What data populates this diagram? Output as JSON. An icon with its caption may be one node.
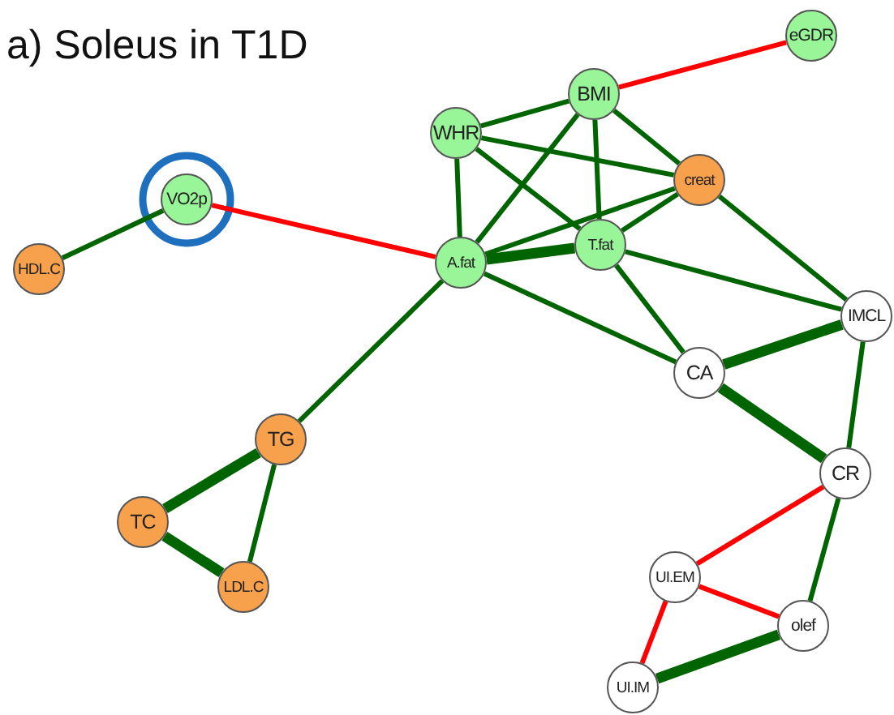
{
  "diagram": {
    "title": "a) Soleus in T1D",
    "nodes": [
      {
        "text": [
          "eGDR"
        ]
      },
      {
        "text": [
          "BMI"
        ]
      },
      {
        "text": [
          "WHR"
        ]
      },
      {
        "text": [
          "creat"
        ]
      },
      {
        "text": [
          "VO2p"
        ]
      },
      {
        "text": [
          "A.fat"
        ]
      },
      {
        "text": [
          "T.fat"
        ]
      },
      {
        "text": [
          "HDL.C"
        ]
      },
      {
        "text": [
          "IMCL"
        ]
      },
      {
        "text": [
          "CA"
        ]
      },
      {
        "text": [
          "TG"
        ]
      },
      {
        "text": [
          "CR"
        ]
      },
      {
        "text": [
          "TC"
        ]
      },
      {
        "text": [
          "LDL.C"
        ]
      },
      {
        "text": [
          "UI.EM"
        ]
      },
      {
        "text": [
          "olef"
        ]
      },
      {
        "text": [
          "UI.IM"
        ]
      }
    ],
    "edges": [
      {
        "from": 1,
        "to": 0,
        "arrow": "none",
        "color": "#ff0000"
      },
      {
        "from": 1,
        "to": 2,
        "arrow": "none"
      },
      {
        "from": 1,
        "to": 3,
        "arrow": "none"
      },
      {
        "from": 1,
        "to": 5,
        "arrow": "none"
      },
      {
        "from": 1,
        "to": 6,
        "arrow": "none"
      },
      {
        "from": 2,
        "to": 3,
        "arrow": "none"
      },
      {
        "from": 2,
        "to": 6,
        "arrow": "none"
      },
      {
        "from": 2,
        "to": 5,
        "arrow": "none"
      },
      {
        "from": 3,
        "to": 5,
        "arrow": "none"
      },
      {
        "from": 3,
        "to": 6,
        "arrow": "none"
      },
      {
        "from": 3,
        "to": 8,
        "arrow": "none"
      },
      {
        "from": 5,
        "to": 6,
        "arrow": "none",
        "style": "thick"
      },
      {
        "from": 5,
        "to": 4,
        "arrow": "none",
        "color": "#ff0000"
      },
      {
        "from": 5,
        "to": 9,
        "arrow": "none"
      },
      {
        "from": 5,
        "to": 10,
        "arrow": "none"
      },
      {
        "from": 6,
        "to": 8,
        "arrow": "none"
      },
      {
        "from": 6,
        "to": 9,
        "arrow": "none"
      },
      {
        "from": 9,
        "to": 8,
        "arrow": "none",
        "style": "thick"
      },
      {
        "from": 9,
        "to": 11,
        "arrow": "none",
        "style": "thick"
      },
      {
        "from": 8,
        "to": 11,
        "arrow": "none"
      },
      {
        "from": 4,
        "to": 7,
        "arrow": "none"
      },
      {
        "from": 10,
        "to": 12,
        "arrow": "none",
        "style": "thick"
      },
      {
        "from": 10,
        "to": 13,
        "arrow": "none"
      },
      {
        "from": 12,
        "to": 13,
        "arrow": "none",
        "style": "thick"
      },
      {
        "from": 11,
        "to": 14,
        "arrow": "none",
        "color": "#ff0000"
      },
      {
        "from": 11,
        "to": 15,
        "arrow": "none"
      },
      {
        "from": 14,
        "to": 15,
        "arrow": "none",
        "color": "#ff0000"
      },
      {
        "from": 14,
        "to": 16,
        "arrow": "none",
        "color": "#ff0000"
      },
      {
        "from": 16,
        "to": 15,
        "arrow": "none",
        "style": "thick"
      }
    ]
  }
}
